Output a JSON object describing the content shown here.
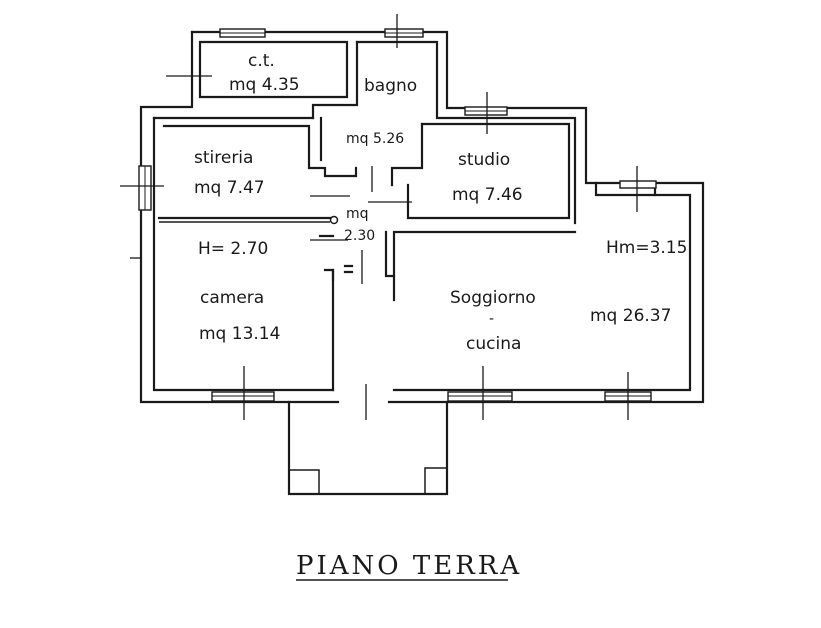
{
  "title": "PIANO TERRA",
  "rooms": {
    "ct": {
      "name": "c.t.",
      "area": "mq  4.35"
    },
    "bagno": {
      "name": "bagno",
      "area": "mq 5.26"
    },
    "stireria": {
      "name": "stireria",
      "area": "mq  7.47"
    },
    "studio": {
      "name": "studio",
      "area": "mq  7.46"
    },
    "disimpegno": {
      "area_label": "mq",
      "area": "2.30"
    },
    "camera": {
      "name": "camera",
      "area": "mq  13.14"
    },
    "soggiorno": {
      "name": "Soggiorno",
      "connector": "-",
      "name2": "cucina",
      "area": "mq  26.37"
    }
  },
  "heights": {
    "left": "H= 2.70",
    "right": "Hm=3.15"
  }
}
